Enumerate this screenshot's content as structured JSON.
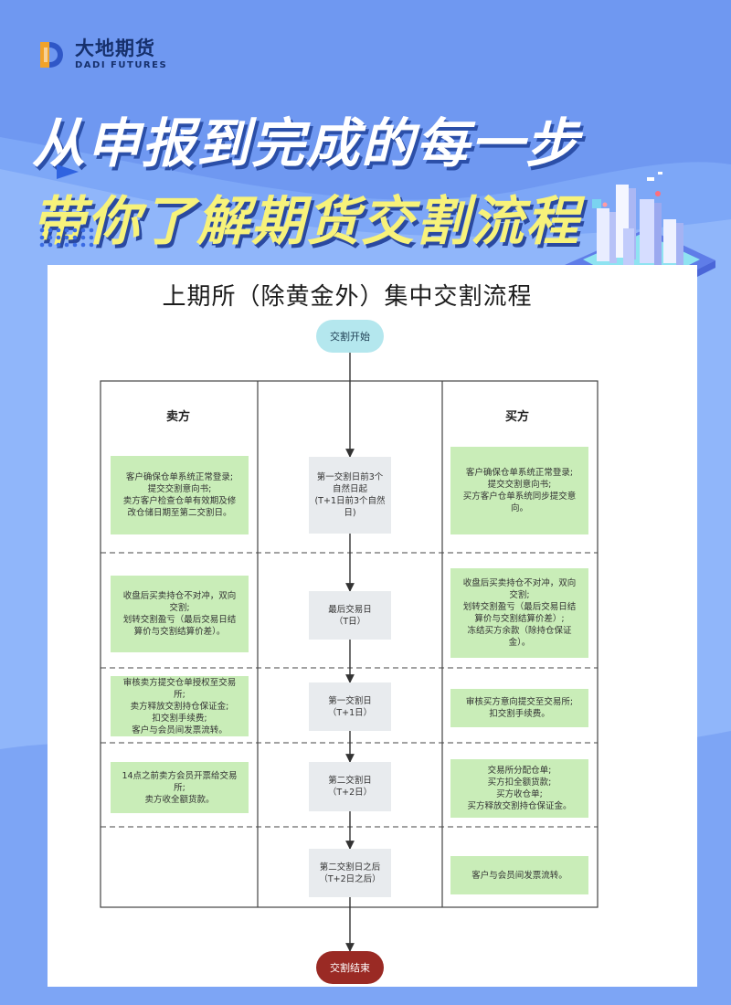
{
  "brand": {
    "name_cn": "大地期货",
    "name_en": "DADI FUTURES"
  },
  "headline": {
    "line1": "从申报到完成的每一步",
    "line2": "带你了解期货交割流程"
  },
  "diagram": {
    "title": "上期所（除黄金外）集中交割流程",
    "start": "交割开始",
    "end": "交割结束",
    "seller_header": "卖方",
    "buyer_header": "买方",
    "steps": [
      {
        "center": "第一交割日前3个\n自然日起\n(T+1日前3个自然\n日)",
        "seller": "客户确保仓单系统正常登录;\n提交交割意向书;\n卖方客户检查仓单有效期及修\n改仓储日期至第二交割日。",
        "buyer": "客户确保仓单系统正常登录;\n提交交割意向书;\n买方客户仓单系统同步提交意\n向。"
      },
      {
        "center": "最后交易日\n（T日）",
        "seller": "收盘后买卖持仓不对冲，双向\n交割;\n划转交割盈亏（最后交易日结\n算价与交割结算价差）。",
        "buyer": "收盘后买卖持仓不对冲，双向\n交割;\n划转交割盈亏（最后交易日结\n算价与交割结算价差）;\n冻结买方余款（除持仓保证\n金）。"
      },
      {
        "center": "第一交割日\n（T+1日）",
        "seller": "审核卖方提交仓单授权至交易\n所;\n卖方释放交割持仓保证金;\n扣交割手续费;\n客户与会员间发票流转。",
        "buyer": "审核买方意向提交至交易所;\n扣交割手续费。"
      },
      {
        "center": "第二交割日\n（T+2日）",
        "seller": "14点之前卖方会员开票给交易\n所;\n卖方收全额货款。",
        "buyer": "交易所分配仓单;\n买方扣全额货款;\n买方收仓单;\n买方释放交割持仓保证金。"
      },
      {
        "center": "第二交割日之后\n（T+2日之后）",
        "seller": "",
        "buyer": "客户与会员间发票流转。"
      }
    ]
  },
  "colors": {
    "background": "#6f98f1",
    "start_node": "#b4e7ee",
    "end_node": "#9a2a24",
    "party_box": "#c9edb8",
    "date_box": "#e8ebee",
    "headline_primary": "#ffffff",
    "headline_accent": "#f7f27a"
  }
}
